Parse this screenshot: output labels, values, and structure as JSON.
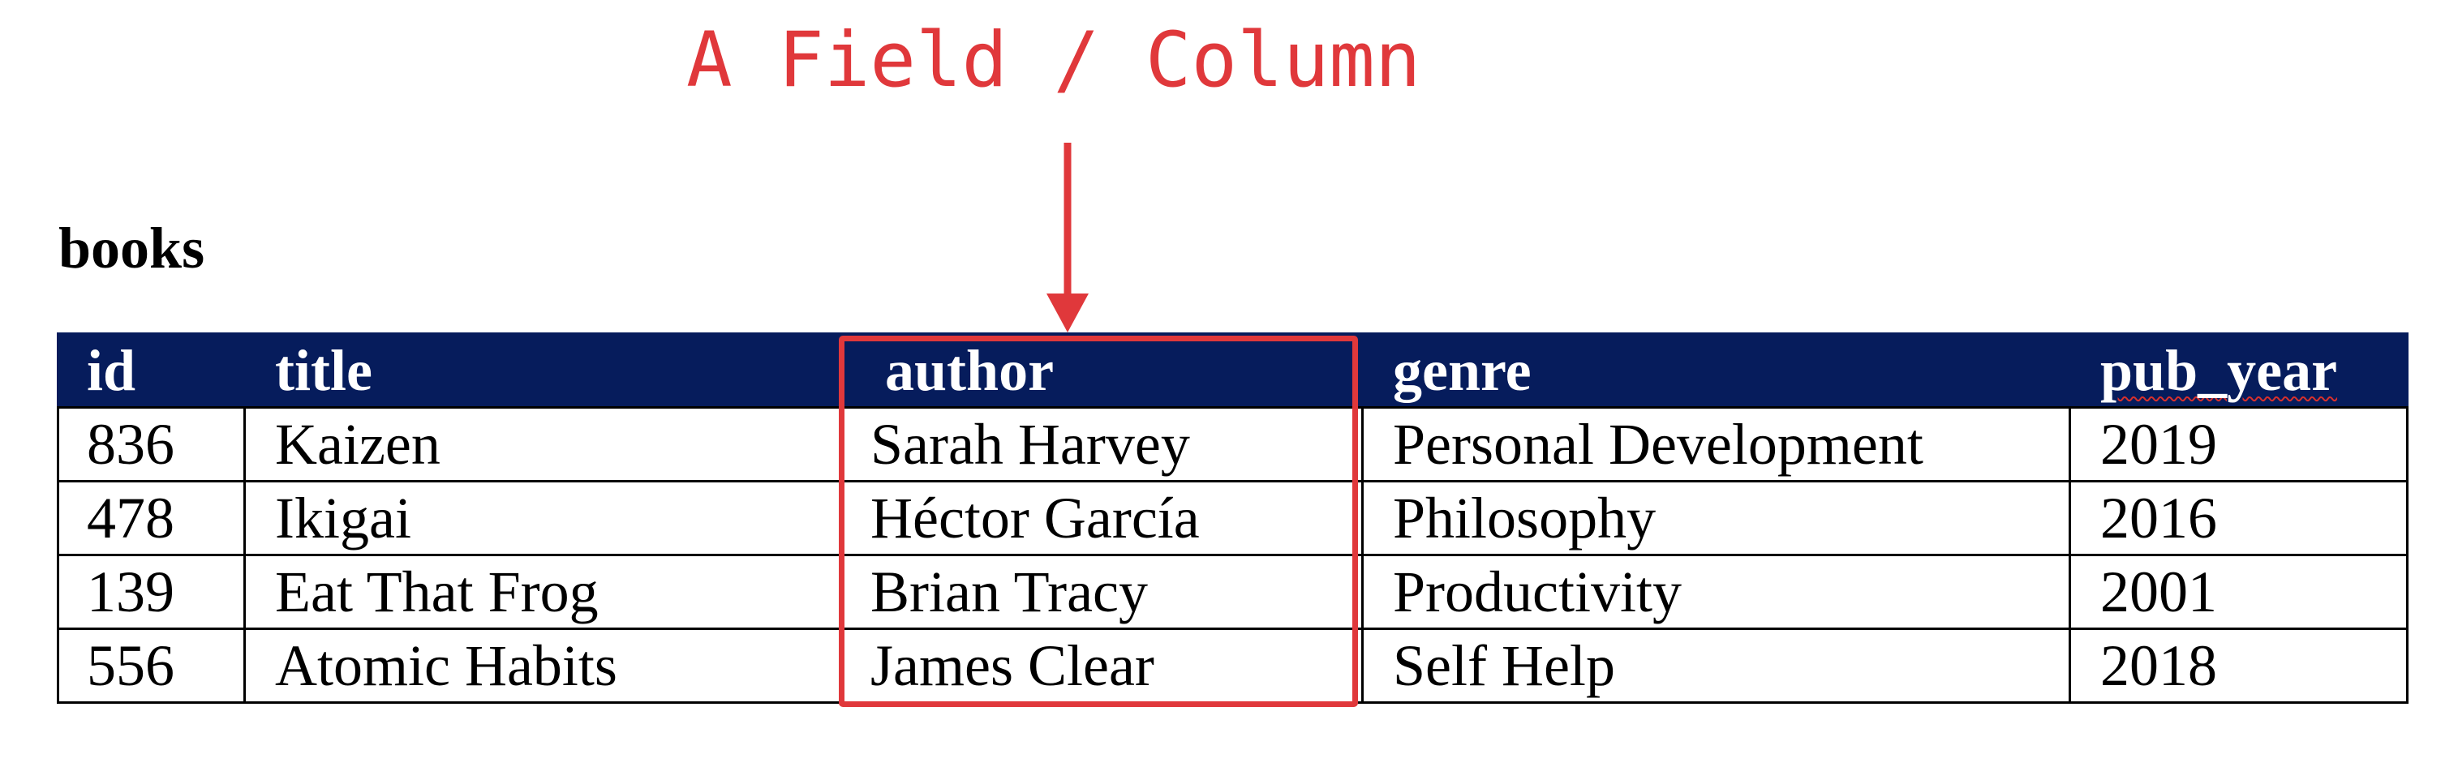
{
  "annotation": {
    "label": "A Field / Column",
    "color": "#e0383b"
  },
  "table": {
    "caption": "books",
    "header_color": "#061c5c",
    "highlighted_column": "author",
    "columns": [
      "id",
      "title",
      "author",
      "genre",
      "pub_year"
    ],
    "rows": [
      [
        "836",
        "Kaizen",
        "Sarah Harvey",
        "Personal Development",
        "2019"
      ],
      [
        "478",
        "Ikigai",
        "Héctor García",
        "Philosophy",
        "2016"
      ],
      [
        "139",
        "Eat That Frog",
        "Brian Tracy",
        "Productivity",
        "2001"
      ],
      [
        "556",
        "Atomic Habits",
        "James Clear",
        "Self Help",
        "2018"
      ]
    ]
  }
}
